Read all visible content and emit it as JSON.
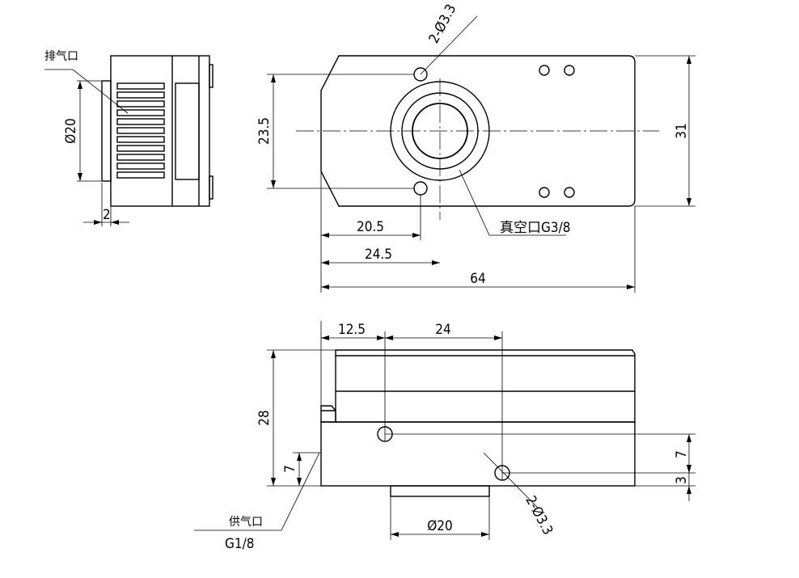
{
  "labels": {
    "exhaust_port": "排气口",
    "vacuum_port": "真空口G3/8",
    "supply_port": "供气口",
    "supply_thread": "G1/8"
  },
  "dimensions": {
    "side_dia": "Ø20",
    "side_2": "2",
    "holes_top": "2-Ø3.3",
    "height_23_5": "23.5",
    "width_31": "31",
    "len_20_5": "20.5",
    "len_24_5": "24.5",
    "len_64": "64",
    "len_12_5": "12.5",
    "len_24": "24",
    "height_28": "28",
    "left_7": "7",
    "right_7": "7",
    "right_3": "3",
    "bottom_dia": "Ø20",
    "holes_front": "2-Ø3.3"
  }
}
